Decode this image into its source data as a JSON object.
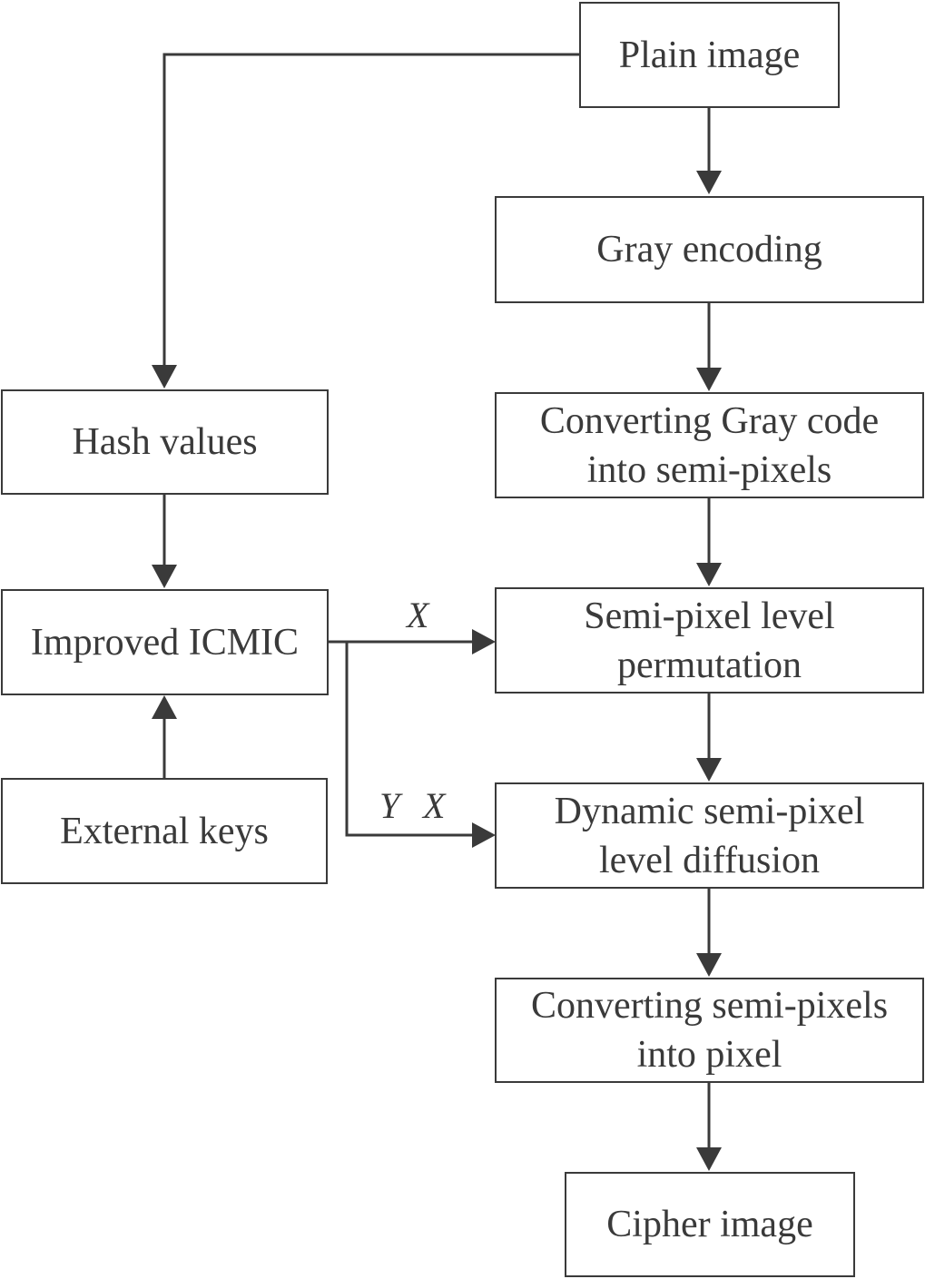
{
  "colors": {
    "stroke": "#3a3a3a",
    "text": "#3a3a3a",
    "background": "#ffffff"
  },
  "nodes": {
    "plain_image": {
      "lines": [
        "Plain image"
      ]
    },
    "gray_encoding": {
      "lines": [
        "Gray encoding"
      ]
    },
    "converting_gray_code": {
      "lines": [
        "Converting Gray code",
        "into semi-pixels"
      ]
    },
    "semi_pixel_permutation": {
      "lines": [
        "Semi-pixel level",
        "permutation"
      ]
    },
    "dynamic_diffusion": {
      "lines": [
        "Dynamic semi-pixel",
        "level diffusion"
      ]
    },
    "converting_semi_pixels": {
      "lines": [
        "Converting semi-pixels",
        "into pixel"
      ]
    },
    "cipher_image": {
      "lines": [
        "Cipher image"
      ]
    },
    "hash_values": {
      "lines": [
        "Hash values"
      ]
    },
    "improved_icmic": {
      "lines": [
        "Improved ICMIC"
      ]
    },
    "external_keys": {
      "lines": [
        "External keys"
      ]
    }
  },
  "edge_labels": {
    "icmic_to_permutation": "X",
    "icmic_to_diffusion_y": "Y",
    "icmic_to_diffusion_x": "X"
  }
}
